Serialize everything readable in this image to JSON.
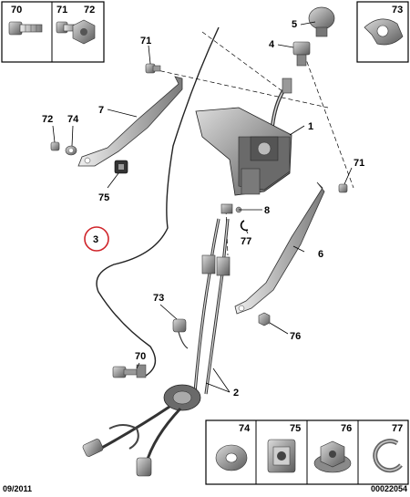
{
  "top_left_box": {
    "labels": [
      "70",
      "71",
      "72"
    ]
  },
  "top_right_box": {
    "labels": [
      "73"
    ]
  },
  "bottom_right_box": {
    "labels": [
      "74",
      "75",
      "76",
      "77"
    ]
  },
  "callouts": {
    "c1": "1",
    "c2": "2",
    "c3": "3",
    "c4": "4",
    "c5": "5",
    "c6": "6",
    "c7": "7",
    "c8": "8",
    "c70": "70",
    "c71a": "71",
    "c71b": "71",
    "c72": "72",
    "c73": "73",
    "c74": "74",
    "c75": "75",
    "c76": "76",
    "c77": "77"
  },
  "footer": {
    "date": "09/2011",
    "ref": "00022054"
  },
  "colors": {
    "line": "#000000",
    "part_fill": "#9a9a9a",
    "part_dark": "#4a4a4a",
    "highlight": "#d0252b"
  }
}
